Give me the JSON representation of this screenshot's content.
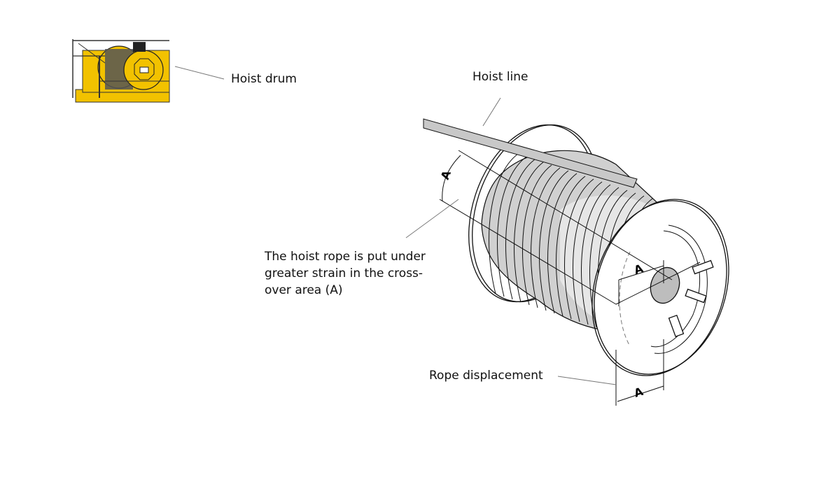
{
  "labels": {
    "hoist_drum": "Hoist drum",
    "hoist_line": "Hoist line",
    "strain_note": {
      "line1": "The hoist rope is put under",
      "line2": "greater strain in the cross-",
      "line3": "over area (A)"
    },
    "rope_displacement": "Rope displacement"
  },
  "dimension_marks": {
    "top": "A",
    "flange": "A",
    "bottom": "A"
  },
  "colors": {
    "thumbnail_yellow": "#f2c200",
    "rope_gray": "#c8c8c8",
    "rope_light": "#e3e3e3",
    "line": "#111111",
    "leader": "#777777"
  }
}
